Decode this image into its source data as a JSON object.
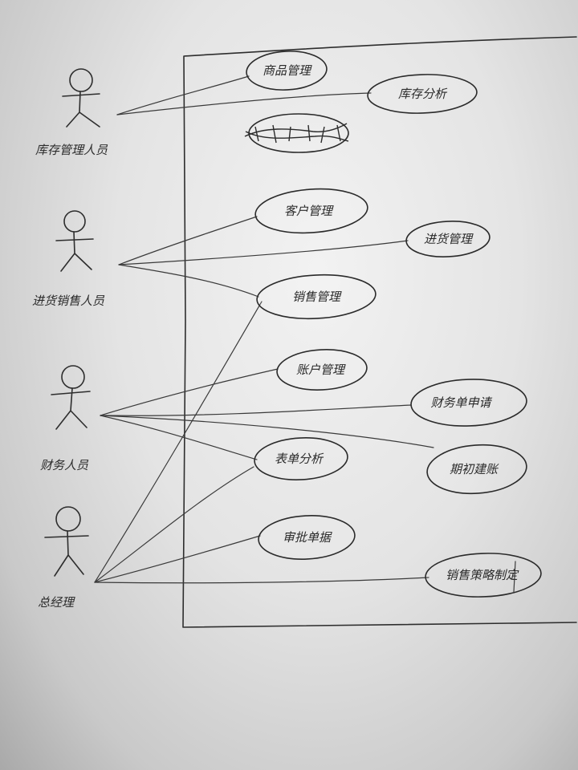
{
  "actors": [
    {
      "id": "inventory",
      "label": "库存管理人员"
    },
    {
      "id": "purchase",
      "label": "进货销售人员"
    },
    {
      "id": "finance",
      "label": "财务人员"
    },
    {
      "id": "manager",
      "label": "总经理"
    }
  ],
  "use_cases": [
    {
      "id": "product",
      "label": "商品管理",
      "crossed_out": false
    },
    {
      "id": "stock_analysis",
      "label": "库存分析",
      "crossed_out": false
    },
    {
      "id": "crossed",
      "label": "",
      "crossed_out": true
    },
    {
      "id": "customer",
      "label": "客户管理",
      "crossed_out": false
    },
    {
      "id": "purchase_mgmt",
      "label": "进货管理",
      "crossed_out": false
    },
    {
      "id": "sales",
      "label": "销售管理",
      "crossed_out": false
    },
    {
      "id": "account",
      "label": "账户管理",
      "crossed_out": false
    },
    {
      "id": "finance_app",
      "label": "财务单申请",
      "crossed_out": false
    },
    {
      "id": "report",
      "label": "表单分析",
      "crossed_out": false
    },
    {
      "id": "opening",
      "label": "期初建账",
      "crossed_out": false
    },
    {
      "id": "approve",
      "label": "审批单据",
      "crossed_out": false
    },
    {
      "id": "strategy",
      "label": "销售策略制定",
      "crossed_out": false
    }
  ],
  "associations": [
    [
      "inventory",
      "product"
    ],
    [
      "inventory",
      "stock_analysis"
    ],
    [
      "purchase",
      "customer"
    ],
    [
      "purchase",
      "purchase_mgmt"
    ],
    [
      "purchase",
      "sales"
    ],
    [
      "finance",
      "account"
    ],
    [
      "finance",
      "finance_app"
    ],
    [
      "finance",
      "report"
    ],
    [
      "finance",
      "opening"
    ],
    [
      "manager",
      "sales"
    ],
    [
      "manager",
      "report"
    ],
    [
      "manager",
      "approve"
    ],
    [
      "manager",
      "strategy"
    ]
  ]
}
